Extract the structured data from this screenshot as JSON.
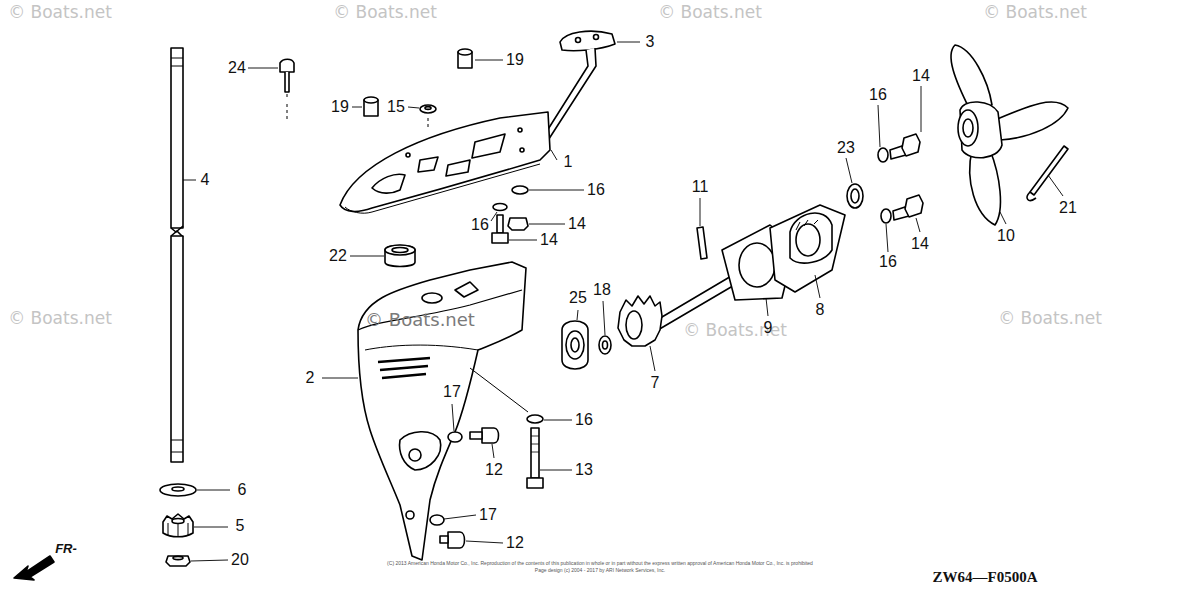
{
  "diagram": {
    "labels": [
      "© Boats.net",
      "© Boats.net",
      "© Boats.net",
      "© Boats.net",
      "3",
      "24",
      "19",
      "14",
      "16",
      "19",
      "15",
      "23",
      "1",
      "4",
      "11",
      "16",
      "21",
      "16",
      "14",
      "10",
      "14",
      "14",
      "22",
      "16",
      "18",
      "25",
      "8",
      "© Boats.net",
      "© Boats.net",
      "© Boats.net",
      "© Boats.net",
      "9",
      "2",
      "7",
      "17",
      "16",
      "12",
      "13",
      "6",
      "17",
      "5",
      "12",
      "20",
      "FR-",
      "(C) 2013 American Honda Motor Co., Inc. Reproduction of the contents of this publication in whole or in part without the express written approval of American Honda Motor Co., Inc. is prohibited",
      "Page design (c) 2004 - 2017 by ARI Network Services, Inc.",
      "ZW64—F0500A"
    ]
  }
}
